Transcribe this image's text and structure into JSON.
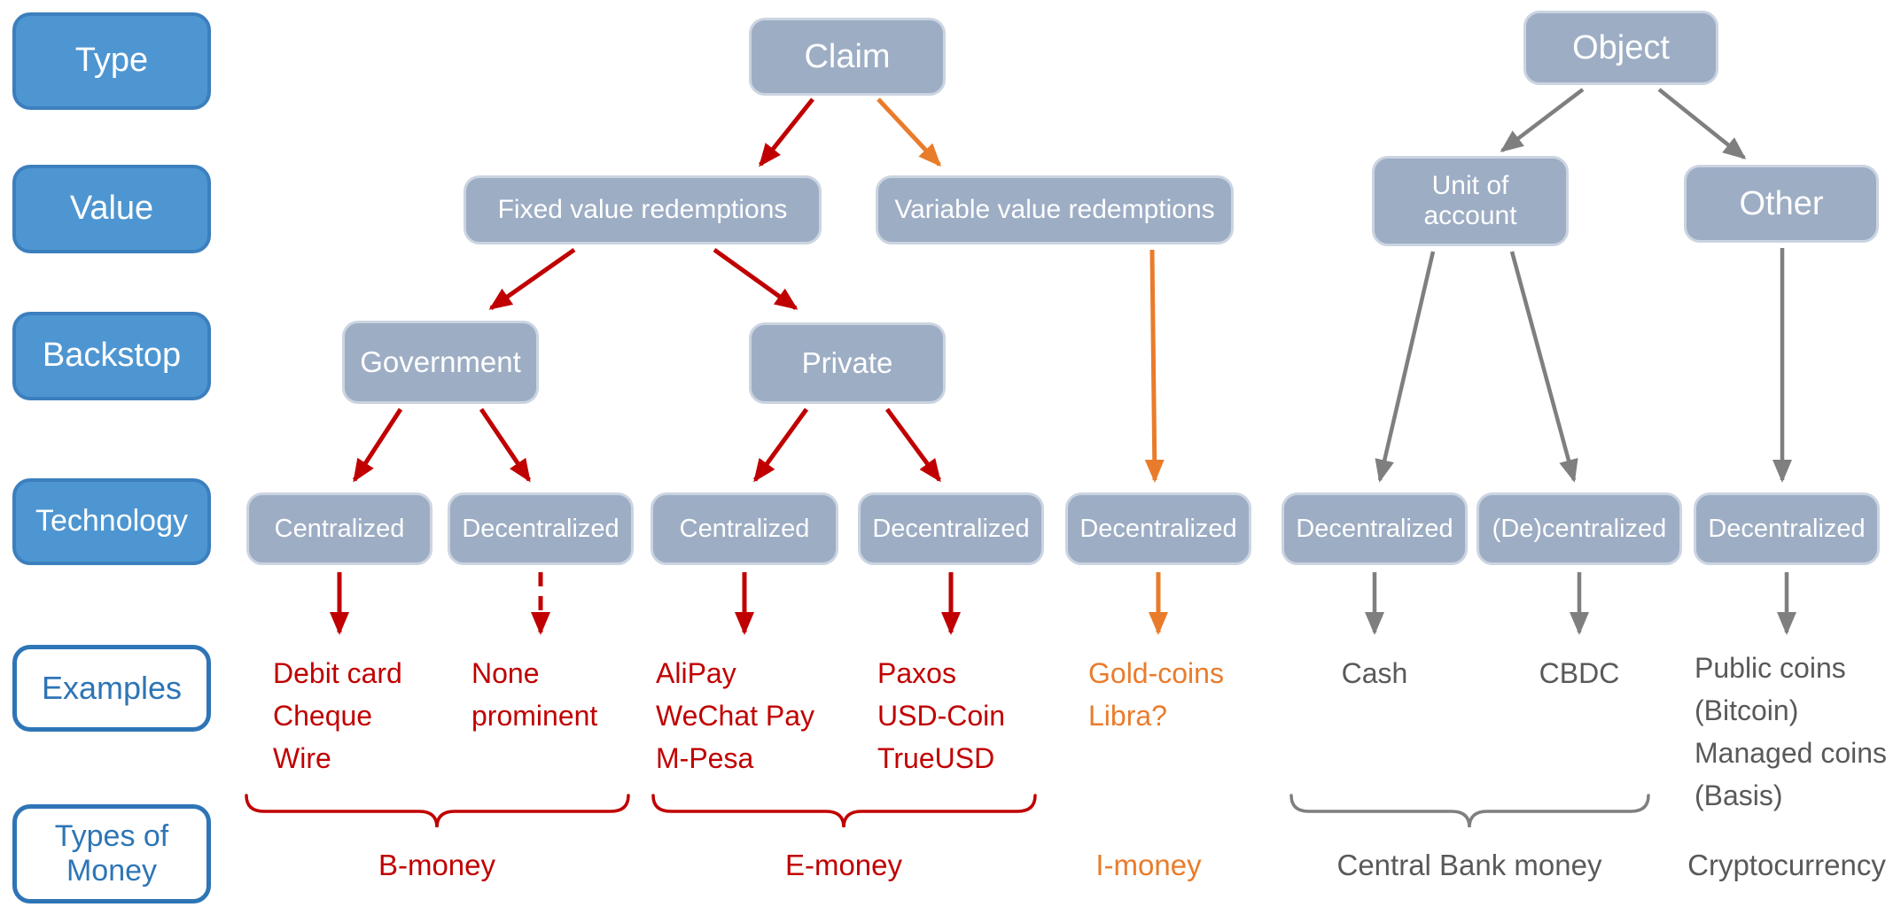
{
  "palette": {
    "red": "#C00000",
    "orange": "#E97C2B",
    "gray_arrow": "#7F7F7F",
    "gray_text": "#595959",
    "blue_solid_fill": "#4E96D1",
    "blue_solid_border": "#3C7FBE",
    "blue_outline": "#2E75B6",
    "node_fill": "#9DADC4",
    "node_border": "#CBD4E1"
  },
  "rows": {
    "type": "Type",
    "value": "Value",
    "backstop": "Backstop",
    "technology": "Technology",
    "examples": "Examples",
    "types_of_money": "Types of Money"
  },
  "nodes": {
    "claim": "Claim",
    "object": "Object",
    "fixed": "Fixed value redemptions",
    "variable": "Variable value redemptions",
    "unit_of_account": "Unit of account",
    "other": "Other",
    "government": "Government",
    "private": "Private",
    "tech": [
      "Centralized",
      "Decentralized",
      "Centralized",
      "Decentralized",
      "Decentralized",
      "Decentralized",
      "(De)centralized",
      "Decentralized"
    ]
  },
  "examples": {
    "b_gov": [
      "Debit card",
      "Cheque",
      "Wire"
    ],
    "b_dec": [
      "None",
      "prominent"
    ],
    "e_cen": [
      "AliPay",
      "WeChat Pay",
      "M-Pesa"
    ],
    "e_dec": [
      "Paxos",
      "USD-Coin",
      "TrueUSD"
    ],
    "i": [
      "Gold-coins",
      "Libra?"
    ],
    "cash": "Cash",
    "cbdc": "CBDC",
    "crypto": [
      "Public coins",
      "(Bitcoin)",
      "Managed coins",
      "(Basis)"
    ]
  },
  "money_types": {
    "b": "B-money",
    "e": "E-money",
    "i": "I-money",
    "cb": "Central Bank money",
    "crypto": "Cryptocurrency"
  }
}
